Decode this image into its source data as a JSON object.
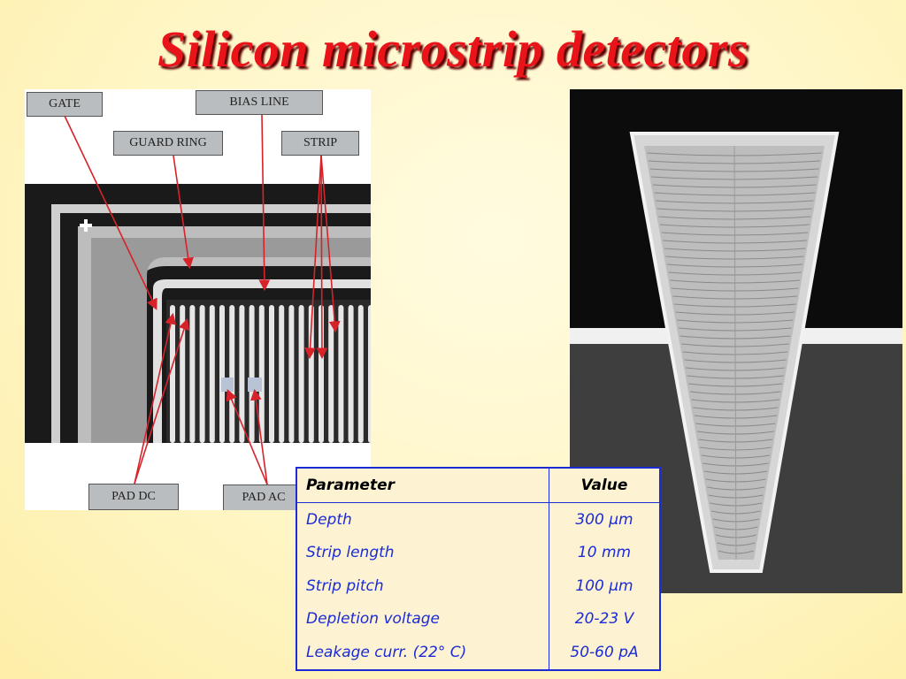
{
  "slide": {
    "title": "Silicon microstrip detectors"
  },
  "layout_labels": {
    "gate": "GATE",
    "bias_line": "BIAS LINE",
    "guard_ring": "GUARD RING",
    "strip": "STRIP",
    "pad_dc": "PAD DC",
    "pad_ac": "PAD AC"
  },
  "table": {
    "headers": [
      "Parameter",
      "Value"
    ],
    "rows": [
      [
        "Depth",
        "300 μm"
      ],
      [
        "Strip length",
        "10 mm"
      ],
      [
        "Strip pitch",
        "100 μm"
      ],
      [
        "Depletion voltage",
        "20-23 V"
      ],
      [
        "Leakage curr. (22° C)",
        "50-60 pA"
      ]
    ]
  },
  "colors": {
    "title": "#e8141a",
    "table_border": "#1b2bd6",
    "arrow": "#d8222a"
  }
}
